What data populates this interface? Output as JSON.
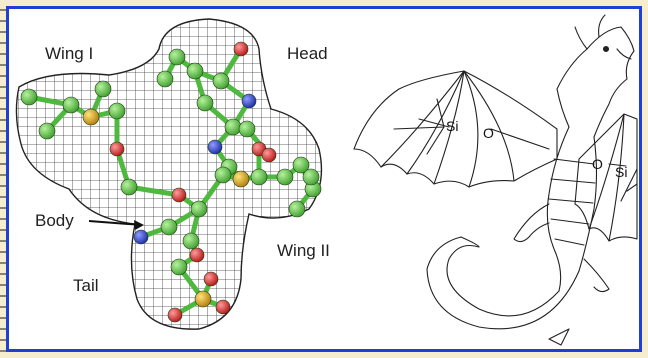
{
  "figure": {
    "labels": {
      "wing1": "Wing I",
      "head": "Head",
      "body": "Body",
      "tail": "Tail",
      "wing2": "Wing II"
    },
    "dragon_chem": {
      "si_left": "Si",
      "o_left": "O",
      "o_right": "O",
      "si_right": "Si"
    },
    "colors": {
      "frame": "#1f3fd4",
      "carbon": "#5dc84a",
      "oxygen": "#e02a2a",
      "nitrogen": "#2c3fd6",
      "silicon": "#d9a520",
      "mesh": "#333333"
    }
  }
}
